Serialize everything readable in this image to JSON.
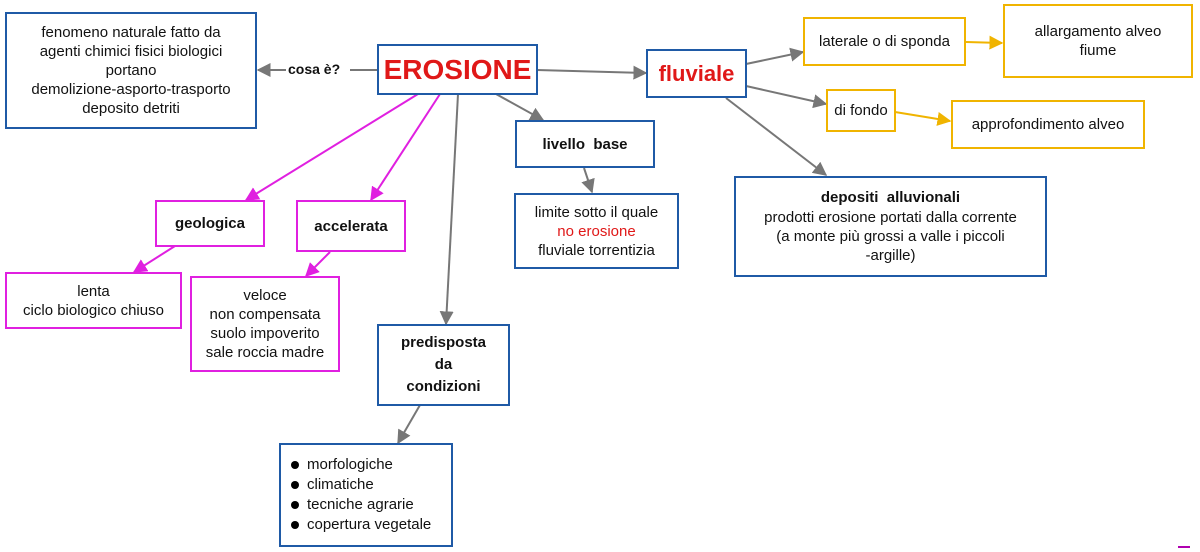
{
  "main": {
    "title": "EROSIONE"
  },
  "definition": {
    "edge_label": "cosa è?",
    "lines": [
      "fenomeno naturale fatto da",
      "agenti chimici fisici biologici",
      "portano",
      "demolizione-asporto-trasporto",
      "deposito detriti"
    ]
  },
  "geologica": {
    "title": "geologica",
    "lines": [
      "lenta",
      "ciclo biologico chiuso"
    ]
  },
  "accelerata": {
    "title": "accelerata",
    "lines": [
      "veloce",
      "non compensata",
      "suolo impoverito",
      "sale roccia madre"
    ]
  },
  "predisposta": {
    "title_lines": [
      "predisposta",
      "da",
      "condizioni"
    ],
    "items": [
      "morfologiche",
      "climatiche",
      "tecniche agrarie",
      "copertura vegetale"
    ]
  },
  "livello": {
    "title": "livello  base",
    "desc_line1": "limite sotto il quale",
    "desc_red": "no erosione",
    "desc_line3": "fluviale torrentizia"
  },
  "fluviale": {
    "title": "fluviale",
    "laterale": "laterale o di sponda",
    "allargamento_lines": [
      "allargamento alveo",
      "fiume"
    ],
    "di_fondo": "di fondo",
    "approfondimento": "approfondimento alveo",
    "depositi": {
      "title": "depositi  alluvionali",
      "lines": [
        "prodotti erosione portati dalla corrente",
        "(a monte più grossi a valle i piccoli",
        "-argille)"
      ]
    }
  },
  "colors": {
    "blue": "#1f5aa6",
    "magenta": "#e020e0",
    "yellow": "#f0b400",
    "red": "#e01818",
    "gray_arrow": "#777777"
  }
}
